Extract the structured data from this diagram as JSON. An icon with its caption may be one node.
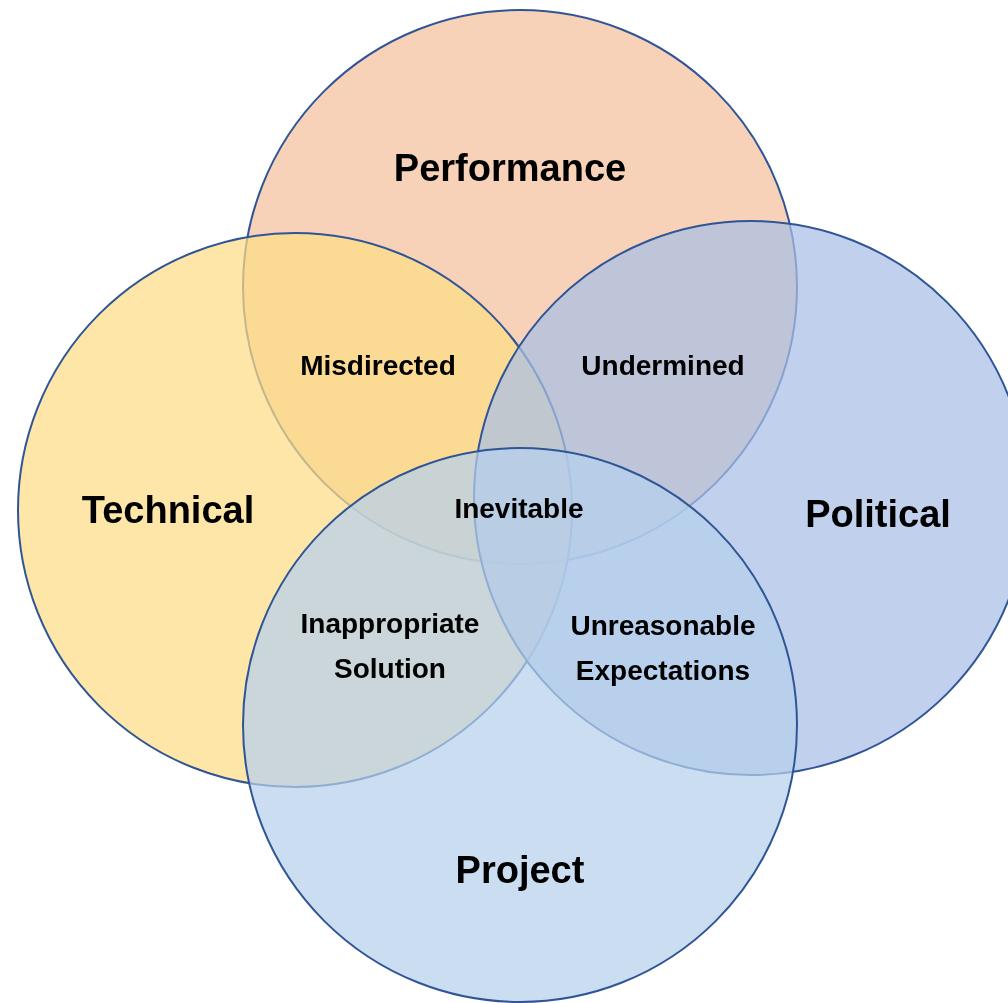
{
  "diagram": {
    "nodes": [
      {
        "text": [
          "Performance"
        ]
      },
      {
        "text": [
          "Technical"
        ]
      },
      {
        "text": [
          "Political"
        ]
      },
      {
        "text": [
          "Project"
        ]
      }
    ],
    "labels": [
      "Misdirected",
      "Undermined",
      "Inevitable",
      "Inappropriate Solution",
      "Unreasonable Expectations"
    ]
  }
}
